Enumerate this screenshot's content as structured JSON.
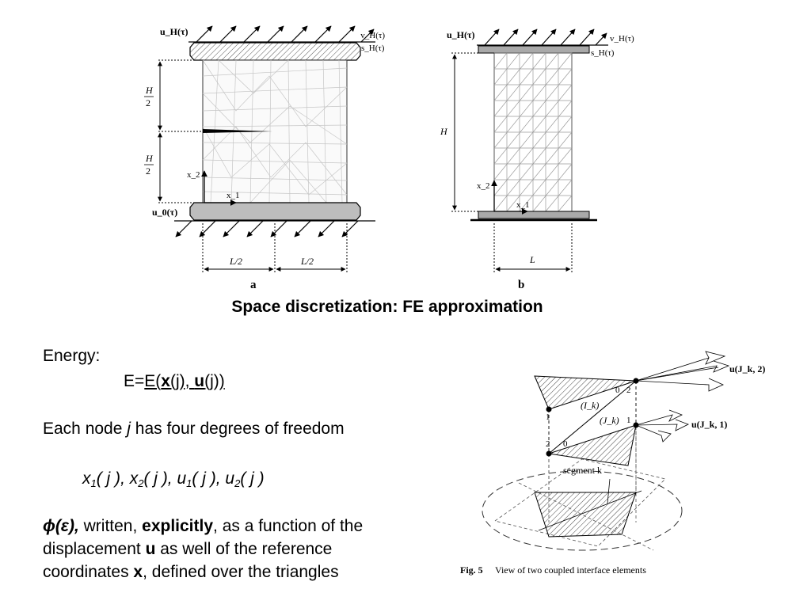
{
  "figure_a": {
    "labels": {
      "uH": "u_H(τ)",
      "vH": "v_H(τ)",
      "sH": "s_H(τ)",
      "u0": "u_0(τ)",
      "half_height_num": "H",
      "half_height_den": "2",
      "x2": "x_2",
      "x1": "x_1",
      "half_length": "L/2"
    },
    "caption": "a"
  },
  "figure_b": {
    "labels": {
      "uH": "u_H(τ)",
      "vH": "v_H(τ)",
      "sH": "s_H(τ)",
      "height": "H",
      "x2": "x_2",
      "x1": "x_1",
      "length": "L"
    },
    "caption": "b"
  },
  "figure_c": {
    "labels": {
      "uJk2": "u(J_k, 2)",
      "uJk1": "u(J_k, 1)",
      "Ik": "(I_k)",
      "Jk": "(J_k)",
      "segment": "segment k",
      "n0": "0",
      "n1": "1",
      "n2": "2"
    },
    "caption_fig": "Fig. 5",
    "caption_text": "View of two coupled interface elements"
  },
  "slide": {
    "title": "Space discretization: FE approximation",
    "energy_label": "Energy:",
    "energy_eq_prefix": "E=",
    "energy_eq_E": "E(",
    "energy_eq_x": "x",
    "energy_eq_mid": "(j), ",
    "energy_eq_u": "u",
    "energy_eq_end": "(j))",
    "dof_prefix": "Each node ",
    "dof_j": "j",
    "dof_suffix": " has four degrees of freedom",
    "coords": {
      "x": "x",
      "u": "u",
      "sub1": "1",
      "sub2": "2",
      "arg": "( j )",
      "sep": ", "
    },
    "phi_symbol": "ϕ(ε),",
    "phi_written": " written, ",
    "phi_explicitly": "explicitly",
    "phi_rest": ", as a function of the",
    "line2_prefix": "displacement ",
    "line2_u": "u",
    "line2_suffix": " as well of the reference",
    "line3_prefix": "coordinates ",
    "line3_x": "x",
    "line3_suffix": ", defined over the triangles"
  }
}
